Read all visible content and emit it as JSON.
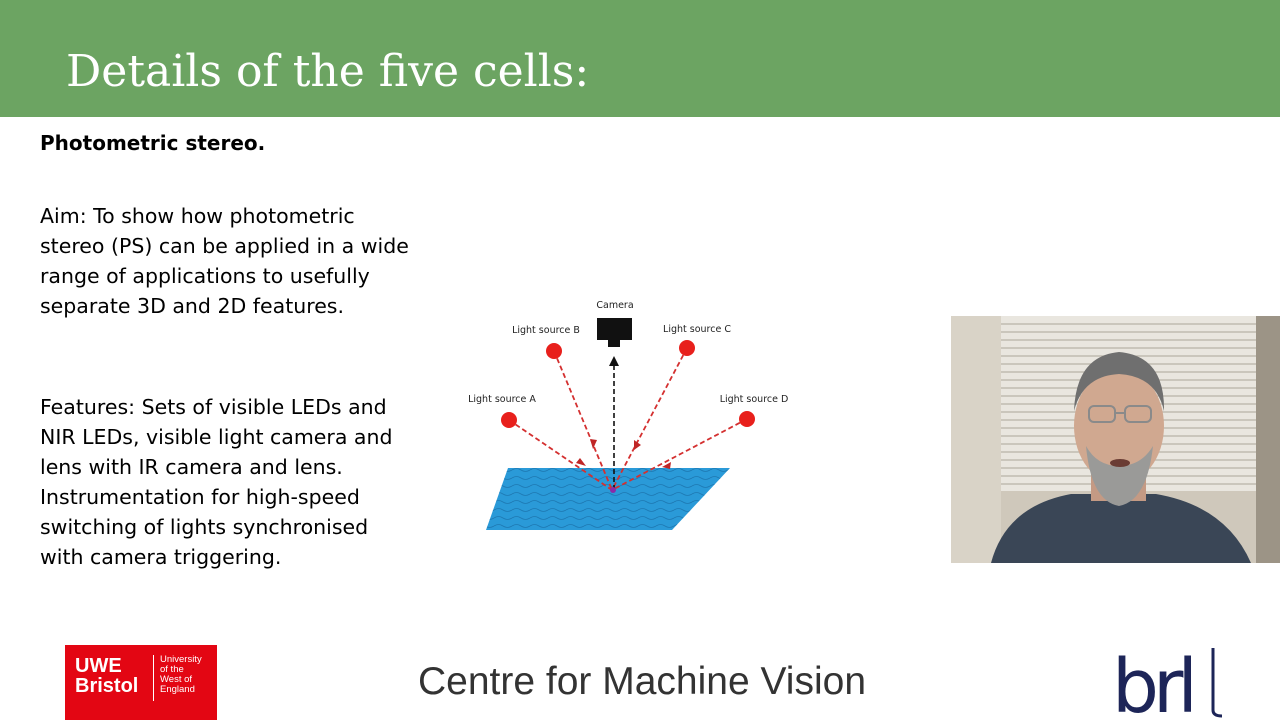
{
  "slide": {
    "title": "Details of the five cells:",
    "heading": "Photometric stereo.",
    "aim": "Aim: To show how photometric stereo (PS) can be applied in a wide range of applications to usefully separate 3D and 2D features.",
    "features": "Features: Sets of visible LEDs and NIR LEDs, visible light camera and lens with IR camera and lens. Instrumentation for high-speed switching of lights synchronised with camera triggering."
  },
  "diagram": {
    "camera_label": "Camera",
    "light_b": "Light source B",
    "light_c": "Light source C",
    "light_a": "Light source A",
    "light_d": "Light source D",
    "colors": {
      "light": "#e8201c",
      "surface": "#2a9ad8",
      "ray": "#d43030"
    }
  },
  "footer": {
    "center_text": "Centre for Machine Vision",
    "uwe_line1": "UWE",
    "uwe_line2": "Bristol",
    "uwe_small1": "University",
    "uwe_small2": "of the",
    "uwe_small3": "West of",
    "uwe_small4": "England",
    "brl": "brl"
  },
  "colors": {
    "title_bar": "#6ca462",
    "uwe_red": "#e30613",
    "brl_navy": "#1d2558"
  }
}
